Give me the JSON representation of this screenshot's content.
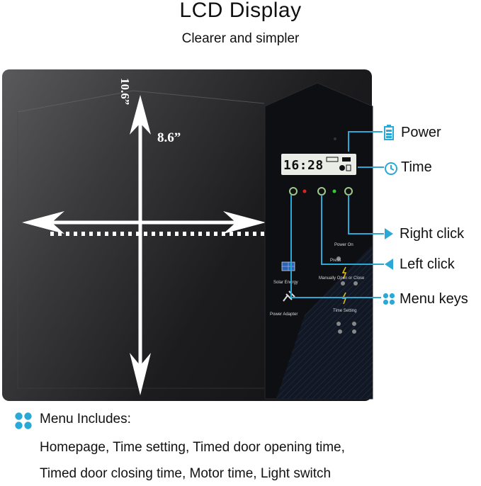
{
  "header": {
    "title": "LCD Display",
    "subtitle": "Clearer and simpler"
  },
  "dimensions": {
    "height_label": "10.6”",
    "width_label": "8.6”"
  },
  "lcd": {
    "time": "16:28"
  },
  "panel_labels": {
    "power_on": "Power On",
    "press": "Press",
    "manual": "Manually Open or Close",
    "solar": "Solar Energy",
    "time_setting": "Time Setting",
    "adapter": "Power Adapter"
  },
  "callouts": {
    "power": "Power",
    "time": "Time",
    "right_click": "Right click",
    "left_click": "Left click",
    "menu_keys": "Menu keys"
  },
  "menu": {
    "heading": "Menu Includes:",
    "line1": "Homepage, Time setting, Timed door opening time,",
    "line2": "Timed door closing time, Motor time, Light switch"
  },
  "colors": {
    "accent": "#2aa9d6",
    "board": "#1c1c1e"
  }
}
